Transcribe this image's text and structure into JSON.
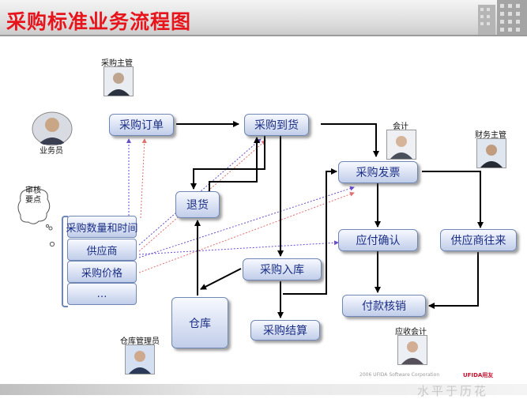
{
  "title": "采购标准业务流程图",
  "nodes": {
    "purchase_order": "采购订单",
    "purchase_arrival": "采购到货",
    "purchase_invoice": "采购发票",
    "return_goods": "退货",
    "payable_confirm": "应付确认",
    "supplier_dealings": "供应商往来",
    "purchase_warehousing": "采购入库",
    "payment_writeoff": "付款核销",
    "warehouse": "仓库",
    "purchase_settlement": "采购结算"
  },
  "review": {
    "bubble": "审核要点",
    "items": [
      "采购数量和时间",
      "供应商",
      "采购价格",
      "…"
    ]
  },
  "roles": {
    "purchasing_manager": "采购主管",
    "salesperson": "业务员",
    "accountant": "会计",
    "finance_manager": "财务主管",
    "warehouse_keeper": "仓库管理员",
    "receivable_accountant": "应收会计"
  },
  "footer": {
    "copyright": "2006 UFIDA Software Corporation",
    "brand": "UFIDA用友",
    "watermark": "水平于历花"
  },
  "colors": {
    "title": "#e8141b",
    "box_text": "#1c2f86",
    "flow_arrow": "#000000",
    "dashed_purple": "#6a4cc9",
    "dashed_red": "#e07070"
  }
}
